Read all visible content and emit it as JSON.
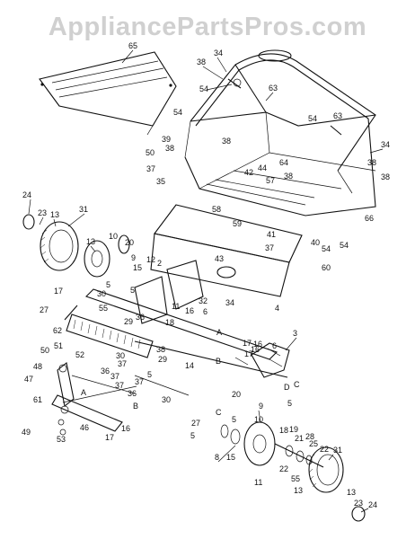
{
  "watermark": "AppliancePartsPros.com",
  "callouts": [
    {
      "id": "c65",
      "t": "65"
    },
    {
      "id": "c34a",
      "t": "34"
    },
    {
      "id": "c38a",
      "t": "38"
    },
    {
      "id": "c54a",
      "t": "54"
    },
    {
      "id": "c63a",
      "t": "63"
    },
    {
      "id": "c54b",
      "t": "54"
    },
    {
      "id": "c38b",
      "t": "38"
    },
    {
      "id": "c39",
      "t": "39"
    },
    {
      "id": "c38c",
      "t": "38"
    },
    {
      "id": "c50a",
      "t": "50"
    },
    {
      "id": "c37a",
      "t": "37"
    },
    {
      "id": "c35",
      "t": "35"
    },
    {
      "id": "c54c",
      "t": "54"
    },
    {
      "id": "c63b",
      "t": "63"
    },
    {
      "id": "c34b",
      "t": "34"
    },
    {
      "id": "c64",
      "t": "64"
    },
    {
      "id": "c38d",
      "t": "38"
    },
    {
      "id": "c38e",
      "t": "38"
    },
    {
      "id": "c42",
      "t": "42"
    },
    {
      "id": "c44",
      "t": "44"
    },
    {
      "id": "c57",
      "t": "57"
    },
    {
      "id": "c38f",
      "t": "38"
    },
    {
      "id": "c66",
      "t": "66"
    },
    {
      "id": "c58",
      "t": "58"
    },
    {
      "id": "c59",
      "t": "59"
    },
    {
      "id": "c41",
      "t": "41"
    },
    {
      "id": "c37b",
      "t": "37"
    },
    {
      "id": "c40",
      "t": "40"
    },
    {
      "id": "c54d",
      "t": "54"
    },
    {
      "id": "c54e",
      "t": "54"
    },
    {
      "id": "c60",
      "t": "60"
    },
    {
      "id": "c24a",
      "t": "24"
    },
    {
      "id": "c23a",
      "t": "23"
    },
    {
      "id": "c13a",
      "t": "13"
    },
    {
      "id": "c31a",
      "t": "31"
    },
    {
      "id": "c13b",
      "t": "13"
    },
    {
      "id": "c10a",
      "t": "10"
    },
    {
      "id": "c20a",
      "t": "20"
    },
    {
      "id": "c9a",
      "t": "9"
    },
    {
      "id": "c15a",
      "t": "15"
    },
    {
      "id": "c12",
      "t": "12"
    },
    {
      "id": "c2",
      "t": "2"
    },
    {
      "id": "c43",
      "t": "43"
    },
    {
      "id": "c5a",
      "t": "5"
    },
    {
      "id": "c17a",
      "t": "17"
    },
    {
      "id": "c30a",
      "t": "30"
    },
    {
      "id": "c5b",
      "t": "5"
    },
    {
      "id": "c32",
      "t": "32"
    },
    {
      "id": "c11a",
      "t": "11"
    },
    {
      "id": "c16a",
      "t": "16"
    },
    {
      "id": "c6a",
      "t": "6"
    },
    {
      "id": "c4",
      "t": "4"
    },
    {
      "id": "c27a",
      "t": "27"
    },
    {
      "id": "c55a",
      "t": "55"
    },
    {
      "id": "c29",
      "t": "29"
    },
    {
      "id": "c34c",
      "t": "34"
    },
    {
      "id": "c62",
      "t": "62"
    },
    {
      "id": "c36a",
      "t": "36"
    },
    {
      "id": "c18",
      "t": "18"
    },
    {
      "id": "c16b",
      "t": "16"
    },
    {
      "id": "c17b",
      "t": "17"
    },
    {
      "id": "c3",
      "t": "3"
    },
    {
      "id": "c50b",
      "t": "50"
    },
    {
      "id": "c51",
      "t": "51"
    },
    {
      "id": "c52",
      "t": "52"
    },
    {
      "id": "c30b",
      "t": "30"
    },
    {
      "id": "c37c",
      "t": "37"
    },
    {
      "id": "c38g",
      "t": "38"
    },
    {
      "id": "cA1",
      "t": "A"
    },
    {
      "id": "c17c",
      "t": "17"
    },
    {
      "id": "c16c",
      "t": "16"
    },
    {
      "id": "c6b",
      "t": "6"
    },
    {
      "id": "c48",
      "t": "48"
    },
    {
      "id": "c36b",
      "t": "36"
    },
    {
      "id": "c37d",
      "t": "37"
    },
    {
      "id": "c29b",
      "t": "29"
    },
    {
      "id": "c14",
      "t": "14"
    },
    {
      "id": "cB1",
      "t": "B"
    },
    {
      "id": "c47",
      "t": "47"
    },
    {
      "id": "c37e",
      "t": "37"
    },
    {
      "id": "c37f",
      "t": "37"
    },
    {
      "id": "c5c",
      "t": "5"
    },
    {
      "id": "c36c",
      "t": "36"
    },
    {
      "id": "c30c",
      "t": "30"
    },
    {
      "id": "c61",
      "t": "61"
    },
    {
      "id": "cA2",
      "t": "A"
    },
    {
      "id": "c20b",
      "t": "20"
    },
    {
      "id": "cD",
      "t": "D"
    },
    {
      "id": "cC1",
      "t": "C"
    },
    {
      "id": "c5d",
      "t": "5"
    },
    {
      "id": "c46",
      "t": "46"
    },
    {
      "id": "cB2",
      "t": "B"
    },
    {
      "id": "c27b",
      "t": "27"
    },
    {
      "id": "c9b",
      "t": "9"
    },
    {
      "id": "cC2",
      "t": "C"
    },
    {
      "id": "c17d",
      "t": "17"
    },
    {
      "id": "c16d",
      "t": "16"
    },
    {
      "id": "c5e",
      "t": "5"
    },
    {
      "id": "c10b",
      "t": "10"
    },
    {
      "id": "c49",
      "t": "49"
    },
    {
      "id": "c53",
      "t": "53"
    },
    {
      "id": "c8",
      "t": "8"
    },
    {
      "id": "c15b",
      "t": "15"
    },
    {
      "id": "c5f",
      "t": "5"
    },
    {
      "id": "c18b",
      "t": "18"
    },
    {
      "id": "c19",
      "t": "19"
    },
    {
      "id": "c28",
      "t": "28"
    },
    {
      "id": "c21",
      "t": "21"
    },
    {
      "id": "c25",
      "t": "25"
    },
    {
      "id": "c22a",
      "t": "22"
    },
    {
      "id": "c11b",
      "t": "11"
    },
    {
      "id": "c22b",
      "t": "22"
    },
    {
      "id": "c31b",
      "t": "31"
    },
    {
      "id": "c55b",
      "t": "55"
    },
    {
      "id": "c13c",
      "t": "13"
    },
    {
      "id": "c13d",
      "t": "13"
    },
    {
      "id": "c23b",
      "t": "23"
    },
    {
      "id": "c24b",
      "t": "24"
    }
  ]
}
